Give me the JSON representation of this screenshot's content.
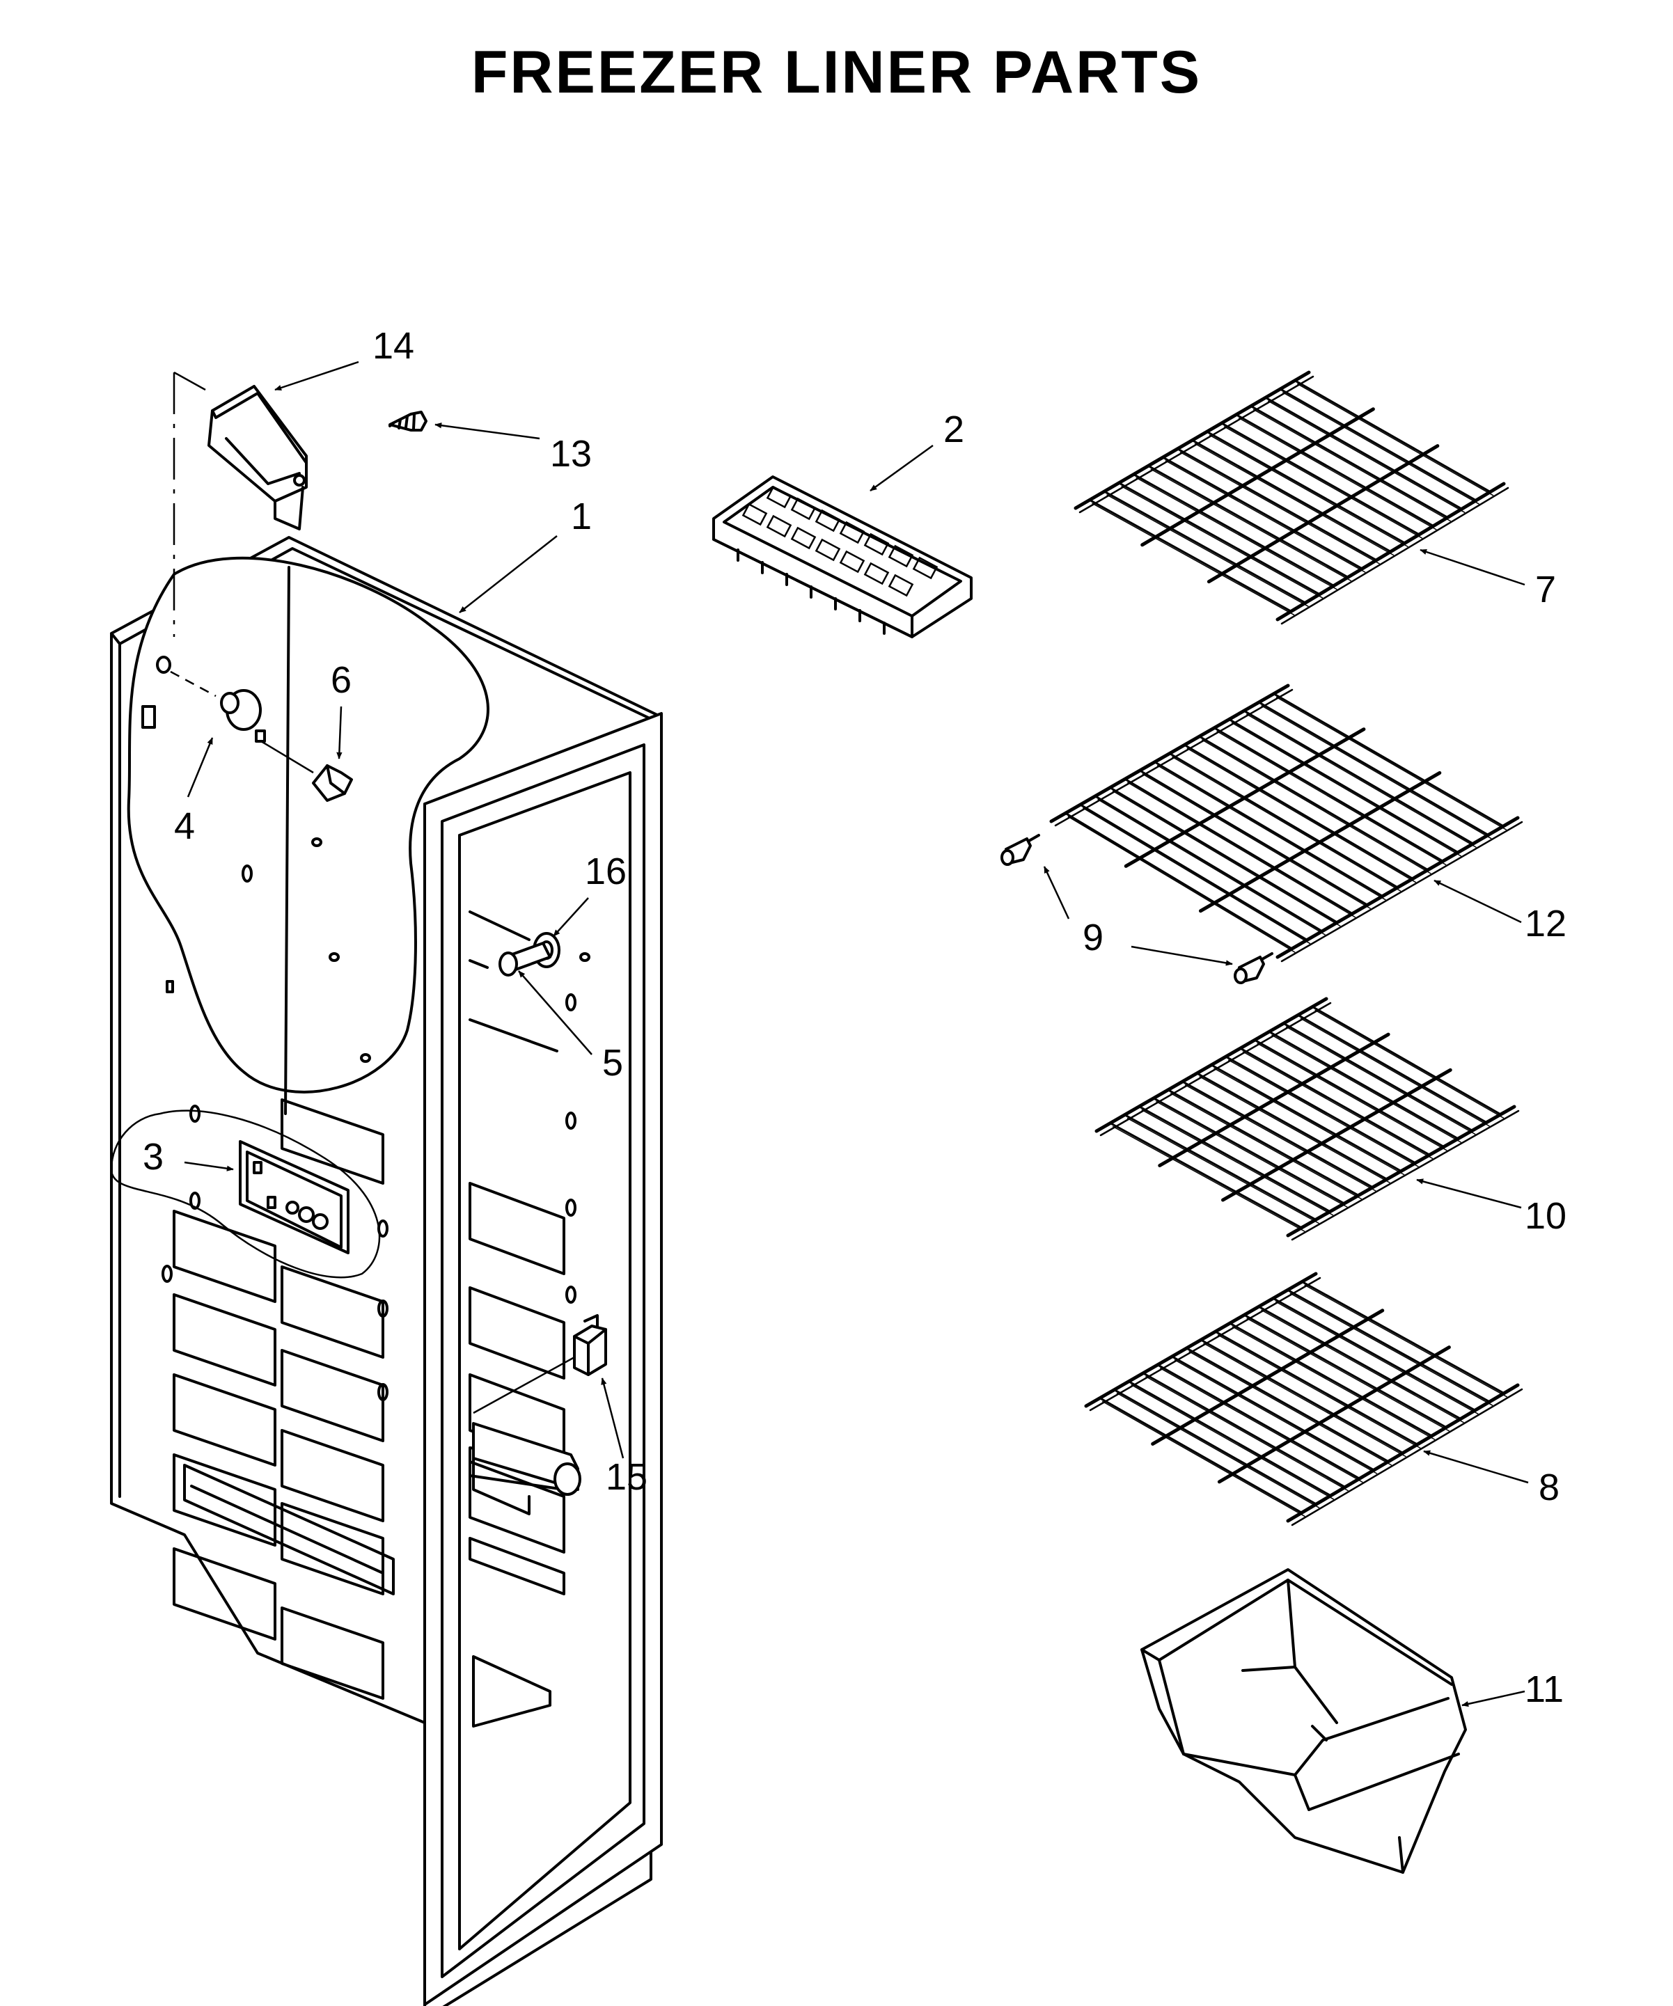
{
  "title": "FREEZER LINER PARTS",
  "callouts": [
    "1",
    "2",
    "3",
    "4",
    "5",
    "6",
    "7",
    "8",
    "9",
    "10",
    "11",
    "12",
    "13",
    "14",
    "15",
    "16"
  ]
}
